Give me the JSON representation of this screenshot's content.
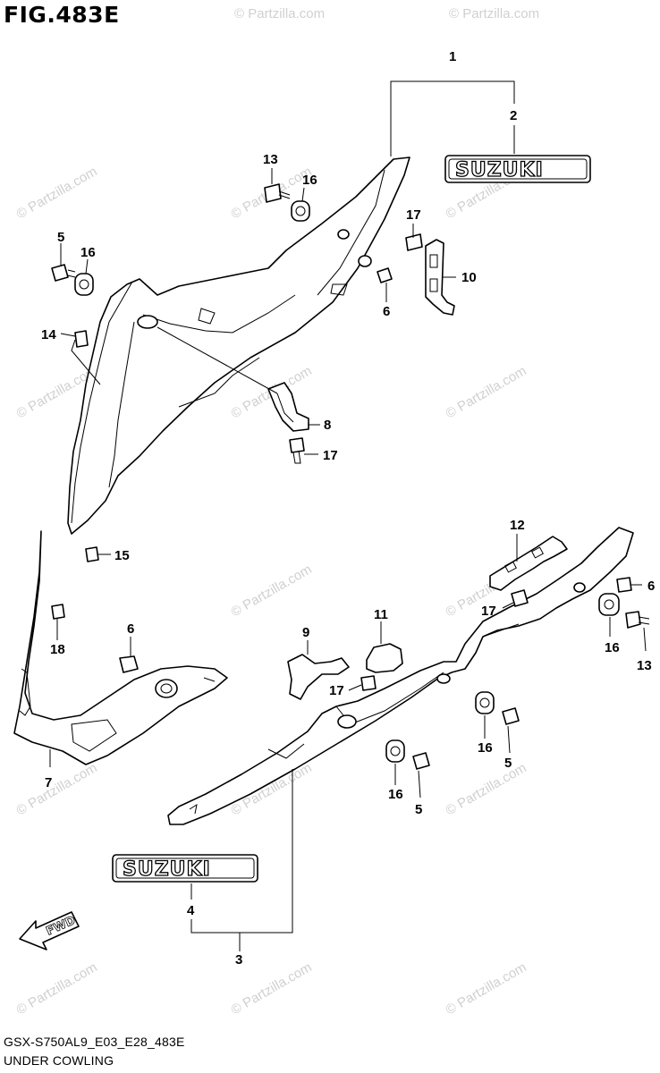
{
  "figure": {
    "title": "FIG.483E",
    "code": "GSX-S750AL9_E03_E28_483E",
    "name": "UNDER COWLING"
  },
  "watermark": "© Partzilla.com",
  "emblem_text": "SUZUKI",
  "direction_label": "FWD",
  "callouts": [
    "1",
    "2",
    "3",
    "4",
    "5",
    "6",
    "7",
    "8",
    "9",
    "10",
    "11",
    "12",
    "13",
    "14",
    "15",
    "16",
    "17",
    "18"
  ]
}
